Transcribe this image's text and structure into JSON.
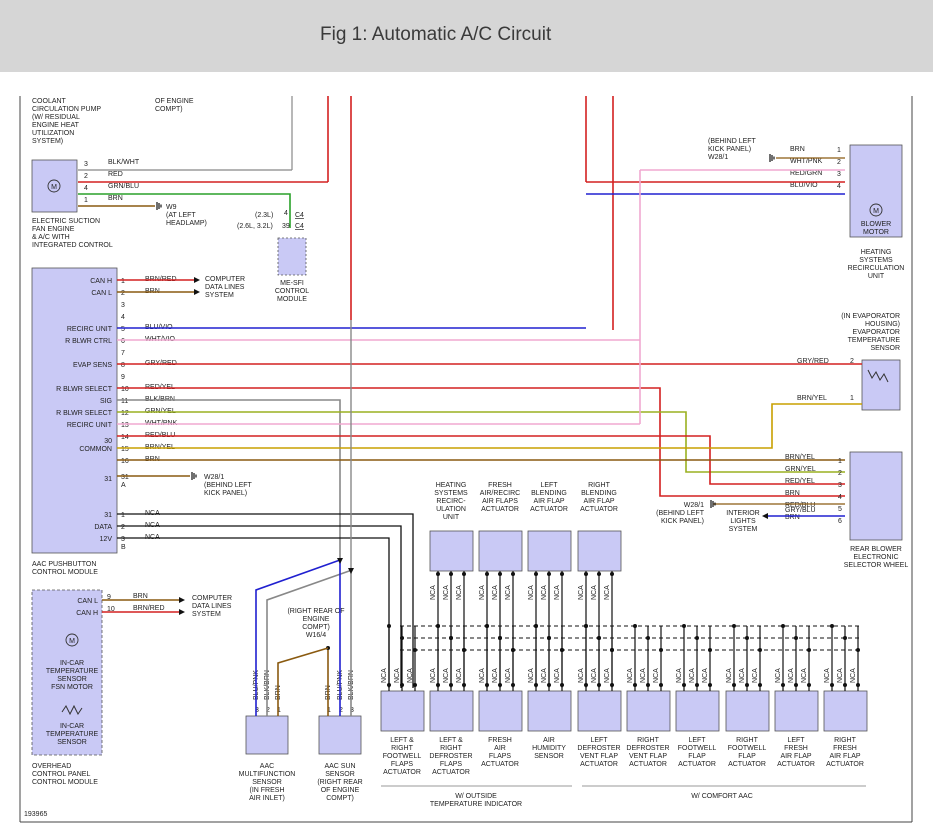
{
  "title": "Fig 1: Automatic A/C Circuit",
  "diagram_id": "193965",
  "colors": {
    "header_bg": "#d6d6d6",
    "component_fill": "#c9c9f5"
  },
  "top_labels": {
    "coolant": [
      "COOLANT",
      "CIRCULATION PUMP",
      "(W/ RESIDUAL",
      "ENGINE HEAT",
      "UTILIZATION",
      "SYSTEM)"
    ],
    "engine": [
      "OF ENGINE",
      "COMPT)"
    ]
  },
  "fan": {
    "name": [
      "ELECTRIC SUCTION",
      "FAN ENGINE",
      "& A/C WITH",
      "INTEGRATED CONTROL"
    ],
    "pins": [
      "3",
      "2",
      "4",
      "1"
    ],
    "wires": [
      "BLK/WHT",
      "RED",
      "GRN/BLU",
      "BRN"
    ],
    "ground": [
      "W9",
      "(AT LEFT",
      "HEADLAMP)"
    ]
  },
  "mesfi": {
    "name": [
      "ME-SFI",
      "CONTROL",
      "MODULE"
    ],
    "rows": [
      [
        "(2.3L)",
        "4",
        "C4"
      ],
      [
        "(2.6L, 3.2L)",
        "39",
        "C4"
      ]
    ]
  },
  "blower": {
    "ground": [
      "(BEHIND LEFT",
      "KICK PANEL)",
      "W28/1"
    ],
    "wires": [
      "BRN",
      "WHT/PNK",
      "RED/GRN",
      "BLU/VIO"
    ],
    "pins": [
      "1",
      "2",
      "3",
      "4"
    ],
    "label": [
      "BLOWER",
      "MOTOR"
    ],
    "unit": [
      "HEATING",
      "SYSTEMS",
      "RECIRCULATION",
      "UNIT"
    ]
  },
  "evap": {
    "name": [
      "(IN EVAPORATOR",
      "HOUSING)",
      "EVAPORATOR",
      "TEMPERATURE",
      "SENSOR"
    ],
    "wires": [
      "GRY/RED",
      "BRN/YEL"
    ],
    "pins": [
      "2",
      "1"
    ]
  },
  "aac": {
    "name": [
      "AAC PUSHBUTTON",
      "CONTROL MODULE"
    ],
    "signals": [
      "CAN H",
      "CAN L",
      "",
      "",
      "RECIRC UNIT",
      "R BLWR CTRL",
      "",
      "EVAP SENS",
      "",
      "R BLWR SELECT",
      "SIG",
      "R BLWR SELECT",
      "RECIRC UNIT",
      "",
      "COMMON",
      "",
      "",
      "",
      "DATA",
      "12V"
    ],
    "pins": [
      "1",
      "2",
      "3",
      "4",
      "5",
      "6",
      "7",
      "8",
      "9",
      "10",
      "11",
      "12",
      "13",
      "14",
      "15",
      "16",
      "31",
      "1",
      "2",
      "3"
    ],
    "wires": [
      "BRN/RED",
      "BRN",
      "",
      "",
      "BLU/VIO",
      "WHT/VIO",
      "",
      "GRY/RED",
      "",
      "RED/YEL",
      "BLK/BRN",
      "GRN/YEL",
      "WHT/PNK",
      "RED/BLU",
      "BRN/YEL",
      "BRN",
      "",
      "NCA",
      "NCA",
      "NCA"
    ],
    "extra": [
      "30",
      "31",
      "31",
      "A",
      "B"
    ],
    "cdl": [
      "COMPUTER",
      "DATA LINES",
      "SYSTEM"
    ],
    "ground": [
      "W28/1",
      "(BEHIND LEFT",
      "KICK PANEL)"
    ]
  },
  "overhead": {
    "name": [
      "OVERHEAD",
      "CONTROL PANEL",
      "CONTROL MODULE"
    ],
    "signals": [
      "CAN L",
      "CAN H"
    ],
    "pins": [
      "9",
      "10"
    ],
    "wires": [
      "BRN",
      "BRN/RED"
    ],
    "cdl": [
      "COMPUTER",
      "DATA LINES",
      "SYSTEM"
    ],
    "sensor1": [
      "IN-CAR",
      "TEMPERATURE",
      "SENSOR",
      "FSN MOTOR"
    ],
    "sensor2": [
      "IN-CAR",
      "TEMPERATURE",
      "SENSOR"
    ]
  },
  "ground_w16": [
    "(RIGHT REAR OF",
    "ENGINE",
    "COMPT)",
    "W16/4"
  ],
  "multifunction": {
    "name": [
      "AAC",
      "MULTIFUNCTION",
      "SENSOR",
      "(IN FRESH",
      "AIR INLET)"
    ],
    "wires": [
      "BLU/PNK",
      "BLK/BRN",
      "BRN"
    ],
    "pins": [
      "3",
      "2",
      "1"
    ]
  },
  "sun": {
    "name": [
      "AAC SUN",
      "SENSOR",
      "(RIGHT REAR",
      "OF ENGINE",
      "COMPT)"
    ],
    "wires": [
      "BRN",
      "BLU/PNK",
      "BLK/BRN"
    ],
    "pins": [
      "1",
      "2",
      "3"
    ]
  },
  "rear": {
    "wires": [
      "BRN/YEL",
      "GRN/YEL",
      "RED/YEL",
      "BRN",
      "RED/BLU",
      "BRN"
    ],
    "pins": [
      "1",
      "2",
      "3",
      "4",
      "5",
      "6"
    ],
    "name": [
      "REAR BLOWER",
      "ELECTRONIC",
      "SELECTOR WHEEL"
    ],
    "ground": [
      "W28/1",
      "(BEHIND LEFT",
      "KICK PANEL)"
    ],
    "interior": [
      "INTERIOR",
      "LIGHTS",
      "SYSTEM"
    ],
    "blu": "GRY/BLU"
  },
  "top_actuators": [
    {
      "name": [
        "HEATING",
        "SYSTEMS",
        "RECIRC-",
        "ULATION",
        "UNIT"
      ]
    },
    {
      "name": [
        "FRESH",
        "AIR/RECIRC",
        "AIR FLAPS",
        "ACTUATOR"
      ]
    },
    {
      "name": [
        "LEFT",
        "BLENDING",
        "AIR FLAP",
        "ACTUATOR"
      ]
    },
    {
      "name": [
        "RIGHT",
        "BLENDING",
        "AIR FLAP",
        "ACTUATOR"
      ]
    }
  ],
  "bottom_actuators": [
    {
      "name": [
        "LEFT &",
        "RIGHT",
        "FOOTWELL",
        "FLAPS",
        "ACTUATOR"
      ]
    },
    {
      "name": [
        "LEFT &",
        "RIGHT",
        "DEFROSTER",
        "FLAPS",
        "ACTUATOR"
      ]
    },
    {
      "name": [
        "FRESH",
        "AIR",
        "FLAPS",
        "ACTUATOR"
      ]
    },
    {
      "name": [
        "AIR",
        "HUMIDITY",
        "SENSOR"
      ]
    },
    {
      "name": [
        "LEFT",
        "DEFROSTER",
        "VENT FLAP",
        "ACTUATOR"
      ]
    },
    {
      "name": [
        "RIGHT",
        "DEFROSTER",
        "VENT FLAP",
        "ACTUATOR"
      ]
    },
    {
      "name": [
        "LEFT",
        "FOOTWELL",
        "FLAP",
        "ACTUATOR"
      ]
    },
    {
      "name": [
        "RIGHT",
        "FOOTWELL",
        "FLAP",
        "ACTUATOR"
      ]
    },
    {
      "name": [
        "LEFT",
        "FRESH",
        "AIR FLAP",
        "ACTUATOR"
      ]
    },
    {
      "name": [
        "RIGHT",
        "FRESH",
        "AIR FLAP",
        "ACTUATOR"
      ]
    }
  ],
  "nca": "NCA",
  "pin_nums": [
    "1",
    "2",
    "3",
    "4",
    "5",
    "6"
  ],
  "groups": [
    "W/ OUTSIDE",
    "TEMPERATURE INDICATOR",
    "W/ COMFORT AAC"
  ]
}
